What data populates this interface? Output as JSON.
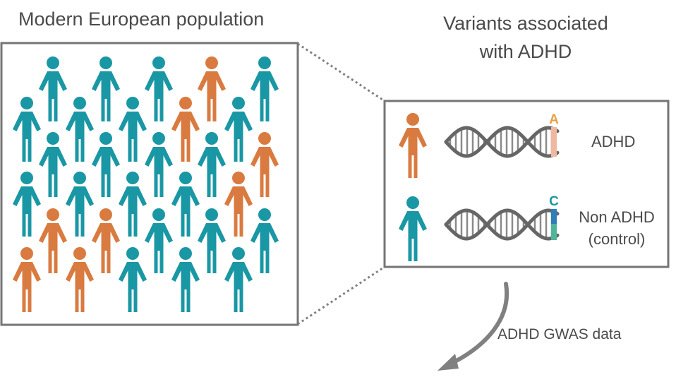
{
  "left_panel": {
    "title": "Modern European population"
  },
  "right_panel": {
    "title_line1": "Variants associated",
    "title_line2": "with ADHD",
    "rows": [
      {
        "allele": "A",
        "label_line1": "ADHD",
        "label_line2": ""
      },
      {
        "allele": "C",
        "label_line1": "Non ADHD",
        "label_line2": "(control)"
      }
    ]
  },
  "arrow_label": "ADHD GWAS data",
  "colors": {
    "teal": "#1a97a4",
    "orange": "#d97b40",
    "border": "#757575",
    "dna": "#666666",
    "allele_a_fill": "#f1b8a0",
    "allele_c_fill": "#4fb59b",
    "allele_c_top": "#2c7fb8"
  }
}
